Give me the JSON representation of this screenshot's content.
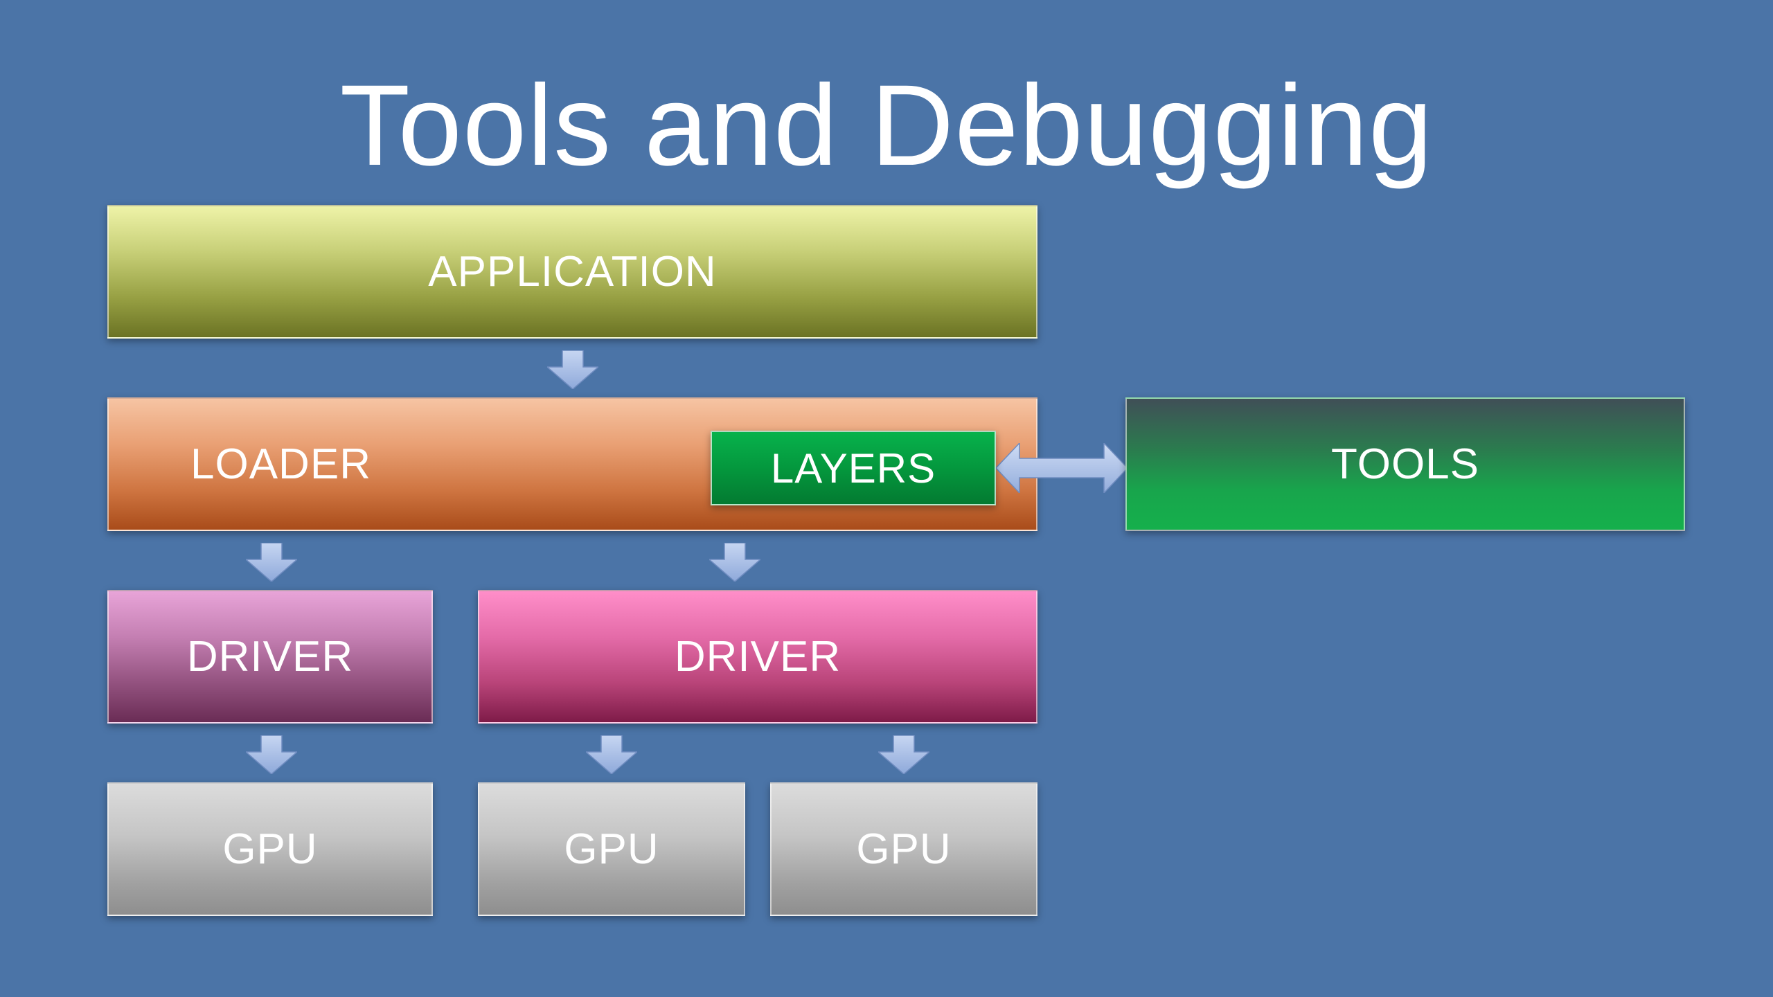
{
  "title": "Tools and Debugging",
  "boxes": {
    "application": "APPLICATION",
    "loader": "LOADER",
    "layers": "LAYERS",
    "tools": "TOOLS",
    "driver_left": "DRIVER",
    "driver_right": "DRIVER",
    "gpu_left": "GPU",
    "gpu_middle": "GPU",
    "gpu_right": "GPU"
  },
  "colors": {
    "background": "#4b74a7",
    "arrow": "#a7bde6"
  },
  "icons": {
    "down_arrow": "down-arrow-icon",
    "double_arrow": "double-arrow-icon"
  }
}
